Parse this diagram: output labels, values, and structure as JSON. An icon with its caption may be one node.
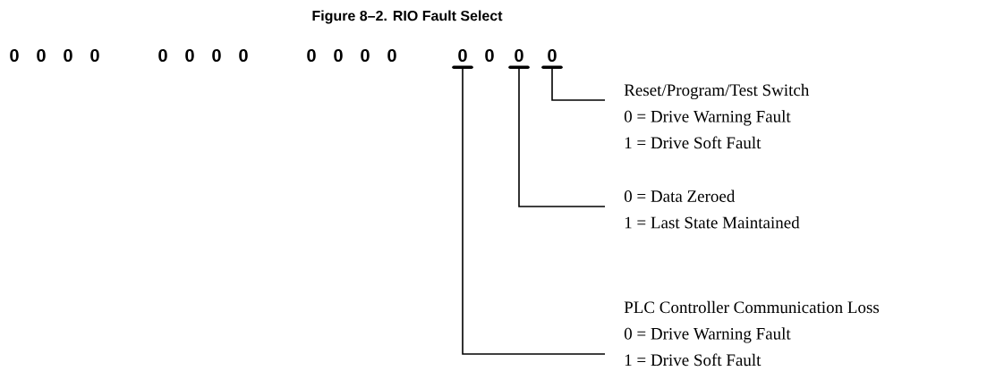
{
  "diagram": {
    "title": "Figure 8–2.  RIO Fault  Select",
    "nodes": [
      {
        "text": [
          "0"
        ]
      },
      {
        "text": [
          "0"
        ]
      },
      {
        "text": [
          "0"
        ]
      },
      {
        "text": [
          "0"
        ]
      },
      {
        "text": [
          "0"
        ]
      },
      {
        "text": [
          "0"
        ]
      },
      {
        "text": [
          "0"
        ]
      },
      {
        "text": [
          "0"
        ]
      },
      {
        "text": [
          "0"
        ]
      },
      {
        "text": [
          "0"
        ]
      },
      {
        "text": [
          "0"
        ]
      },
      {
        "text": [
          "0"
        ]
      },
      {
        "text": [
          "0"
        ]
      },
      {
        "text": [
          "0"
        ]
      },
      {
        "text": [
          "0"
        ]
      },
      {
        "text": [
          "0"
        ]
      },
      {
        "text": [
          "Reset/Program/Test Switch",
          "0 = Drive Warning Fault",
          "1 = Drive Soft Fault"
        ]
      },
      {
        "text": [
          "0 = Data Zeroed",
          "1 = Last State Maintained"
        ]
      },
      {
        "text": [
          "PLC Controller Communication Loss",
          "0 = Drive Warning Fault",
          "1 = Drive Soft Fault"
        ]
      }
    ],
    "edges": [
      {
        "from": 16,
        "to": 15,
        "arrow": "none"
      },
      {
        "from": 17,
        "to": 14,
        "arrow": "none"
      },
      {
        "from": 18,
        "to": 12,
        "arrow": "none"
      }
    ]
  }
}
